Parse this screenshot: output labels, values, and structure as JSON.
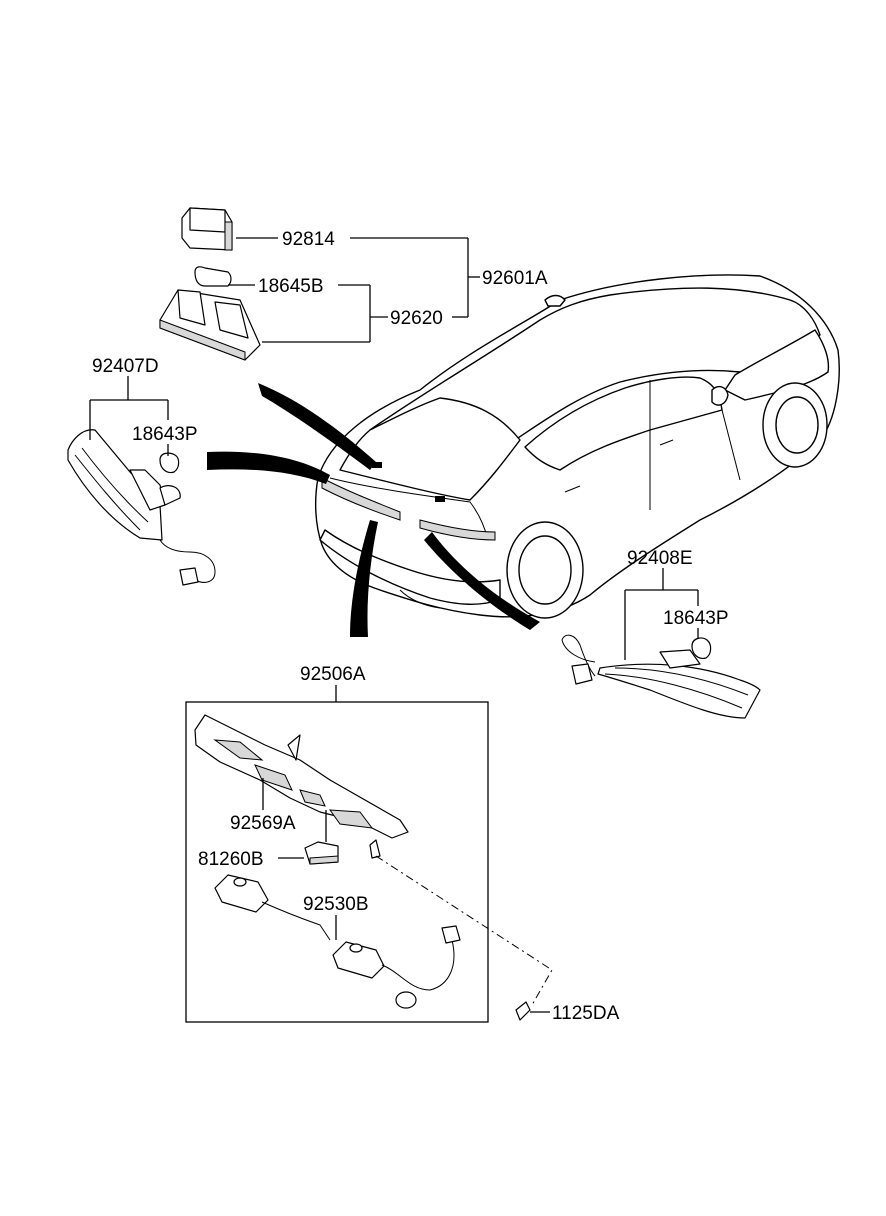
{
  "labels": {
    "cover": "92814",
    "bulb_room": "18645B",
    "room_lamp_assy": "92601A",
    "room_lamp_housing": "92620",
    "lamp_left": "92407D",
    "bulb_left": "18643P",
    "lamp_right": "92408E",
    "bulb_right": "18643P",
    "license_lamp_assy": "92506A",
    "bracket": "92569A",
    "switch": "81260B",
    "license_lamp": "92530B",
    "screw": "1125DA"
  }
}
